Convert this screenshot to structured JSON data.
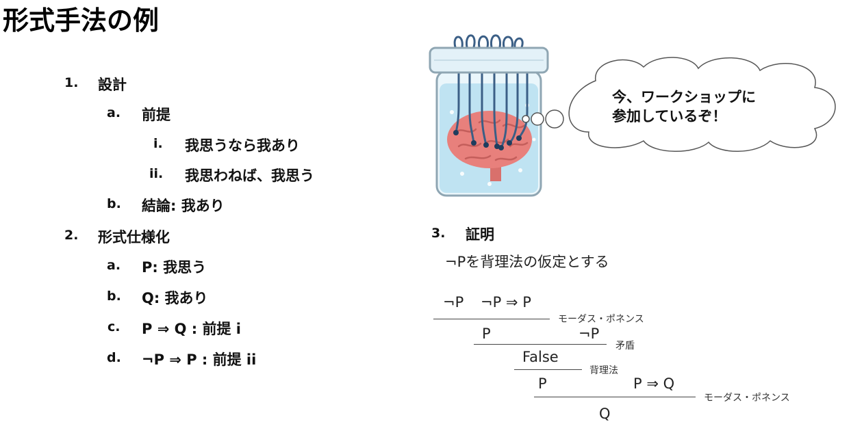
{
  "title": "形式手法の例",
  "outline": {
    "item1": {
      "num": "1.",
      "label": "設計"
    },
    "item1a": {
      "num": "a.",
      "label": "前提"
    },
    "item1a_i": {
      "num": "i.",
      "label": "我思うなら我あり"
    },
    "item1a_ii": {
      "num": "ii.",
      "label": "我思わねば、我思う"
    },
    "item1b": {
      "num": "b.",
      "label": "結論: 我あり"
    },
    "item2": {
      "num": "2.",
      "label": "形式仕様化"
    },
    "item2a": {
      "num": "a.",
      "label": "P: 我思う"
    },
    "item2b": {
      "num": "b.",
      "label": "Q: 我あり"
    },
    "item2c": {
      "num": "c.",
      "label": "P ⇒ Q  : 前提 i"
    },
    "item2d": {
      "num": "d.",
      "label": "¬P ⇒ P : 前提 ii"
    },
    "item3": {
      "num": "3.",
      "label": "証明"
    }
  },
  "thought_bubble": {
    "line1": "今、ワークショップに",
    "line2": "参加しているぞ！"
  },
  "proof": {
    "intro": "¬Pを背理法の仮定とする",
    "step1_left": "¬P",
    "step1_right": "¬P ⇒ P",
    "rule1": "モーダス・ポネンス",
    "step2_left": "P",
    "step2_right": "¬P",
    "rule2": "矛盾",
    "step3": "False",
    "rule3": "背理法",
    "step4_left": "P",
    "step4_right": "P ⇒ Q",
    "rule4": "モーダス・ポネンス",
    "conclusion": "Q"
  },
  "illustration": {
    "icon": "brain-in-jar-icon",
    "glass_color": "#bfe3f2",
    "brain_color": "#e8807c",
    "cable_color": "#3b5f86"
  }
}
